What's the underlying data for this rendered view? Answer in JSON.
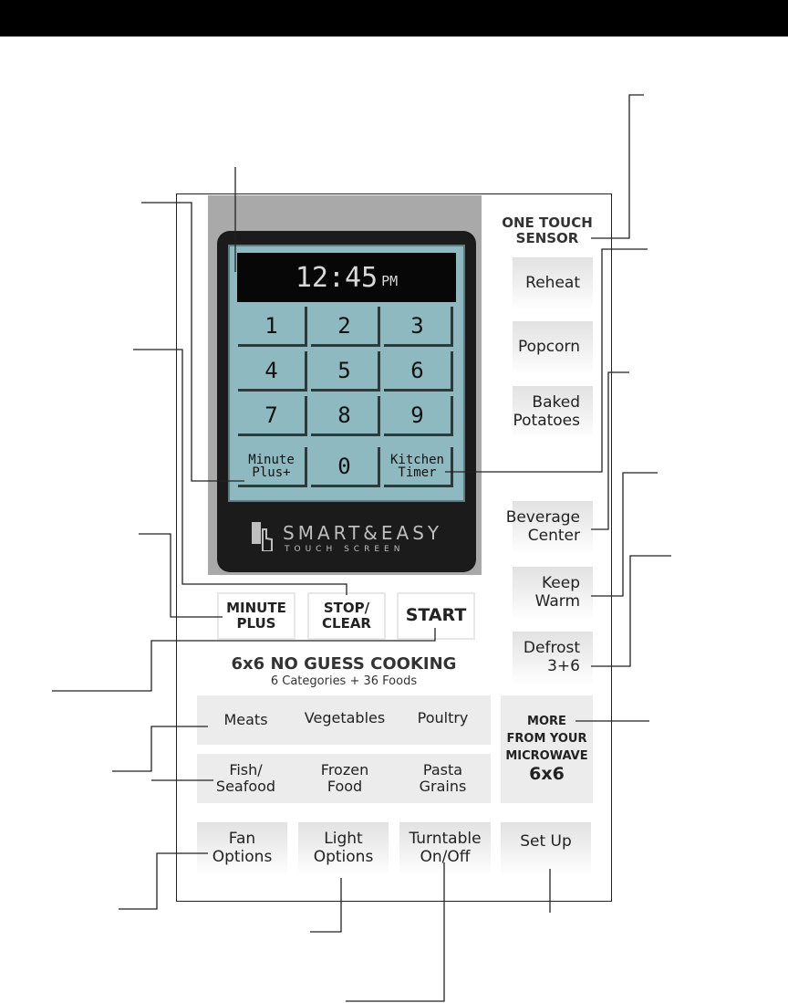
{
  "display": {
    "time": "12:45",
    "ampm": "PM"
  },
  "keypad": [
    {
      "label": "1"
    },
    {
      "label": "2"
    },
    {
      "label": "3"
    },
    {
      "label": "4"
    },
    {
      "label": "5"
    },
    {
      "label": "6"
    },
    {
      "label": "7"
    },
    {
      "label": "8"
    },
    {
      "label": "9"
    },
    {
      "label": "Minute\nPlus+"
    },
    {
      "label": "0"
    },
    {
      "label": "Kitchen\nTimer"
    }
  ],
  "brand": {
    "name": "SMART&EASY",
    "sub": "TOUCH SCREEN"
  },
  "control_buttons": [
    {
      "label": "MINUTE\nPLUS"
    },
    {
      "label": "STOP/\nCLEAR"
    },
    {
      "label": "START"
    }
  ],
  "sensor_header": "ONE TOUCH\nSENSOR",
  "sensor_buttons": [
    {
      "label": "Reheat"
    },
    {
      "label": "Popcorn"
    },
    {
      "label": "Baked\nPotatoes"
    }
  ],
  "side_buttons": [
    {
      "label": "Beverage\nCenter"
    },
    {
      "label": "Keep\nWarm"
    },
    {
      "label": "Defrost\n3+6"
    }
  ],
  "cooking": {
    "title": "6x6 NO GUESS COOKING",
    "subtitle": "6 Categories + 36 Foods",
    "categories": [
      {
        "label": "Meats"
      },
      {
        "label": "Vegetables"
      },
      {
        "label": "Poultry"
      },
      {
        "label": "Fish/\nSeafood"
      },
      {
        "label": "Frozen\nFood"
      },
      {
        "label": "Pasta\nGrains"
      }
    ]
  },
  "more": {
    "label": "MORE\nFROM YOUR\nMICROWAVE",
    "big": "6x6"
  },
  "bottom_buttons": [
    {
      "label": "Fan\nOptions"
    },
    {
      "label": "Light\nOptions"
    },
    {
      "label": "Turntable\nOn/Off"
    },
    {
      "label": "Set Up"
    }
  ]
}
